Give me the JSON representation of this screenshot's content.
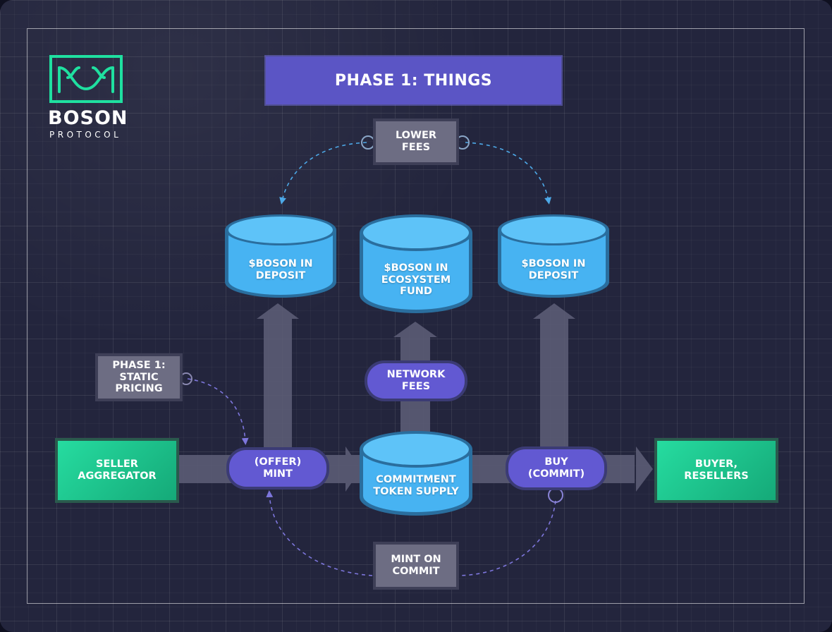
{
  "title": "PHASE 1: THINGS",
  "logo": {
    "name": "BOSON",
    "sub": "PROTOCOL",
    "icon": "boson-logo-icon"
  },
  "nodes": {
    "lower_fees": "LOWER\nFEES",
    "deposit_left": "$BOSON IN\nDEPOSIT",
    "ecosystem_fund": "$BOSON IN\nECOSYSTEM\nFUND",
    "deposit_right": "$BOSON IN\nDEPOSIT",
    "static_pricing": "PHASE 1:\nSTATIC\nPRICING",
    "network_fees": "NETWORK\nFEES",
    "seller": "SELLER\nAGGREGATOR",
    "offer_mint": "(OFFER)\nMINT",
    "commitment_supply": "COMMITMENT\nTOKEN SUPPLY",
    "buy_commit": "BUY\n(COMMIT)",
    "buyer": "BUYER,\nRESELLERS",
    "mint_on_commit": "MINT ON\nCOMMIT"
  },
  "colors": {
    "background": "#23253d",
    "cylinder": "#47b3f2",
    "cylinder_top": "#5ec3f8",
    "pill": "#6259d2",
    "gray_box": "#6d6d83",
    "green": "#1cc489",
    "dashed_blue": "#4da9e8",
    "dashed_purple": "#8a84d8"
  }
}
